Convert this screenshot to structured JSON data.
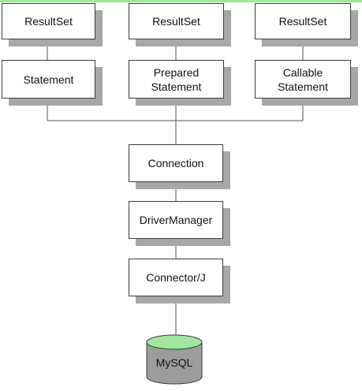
{
  "diagram": {
    "resultset_1": "ResultSet",
    "resultset_2": "ResultSet",
    "resultset_3": "ResultSet",
    "statement": "Statement",
    "prepared_line1": "Prepared",
    "prepared_line2": "Statement",
    "callable_line1": "Callable",
    "callable_line2": "Statement",
    "connection": "Connection",
    "driver_manager": "DriverManager",
    "connector_j": "Connector/J",
    "database": "MySQL"
  },
  "colors": {
    "box_fill": "#ffffff",
    "box_border": "#3c3c3c",
    "shadow": "#a7a7a7",
    "connector_line": "#555555",
    "db_top": "#9fe79f",
    "db_body": "#9c9c9c"
  }
}
